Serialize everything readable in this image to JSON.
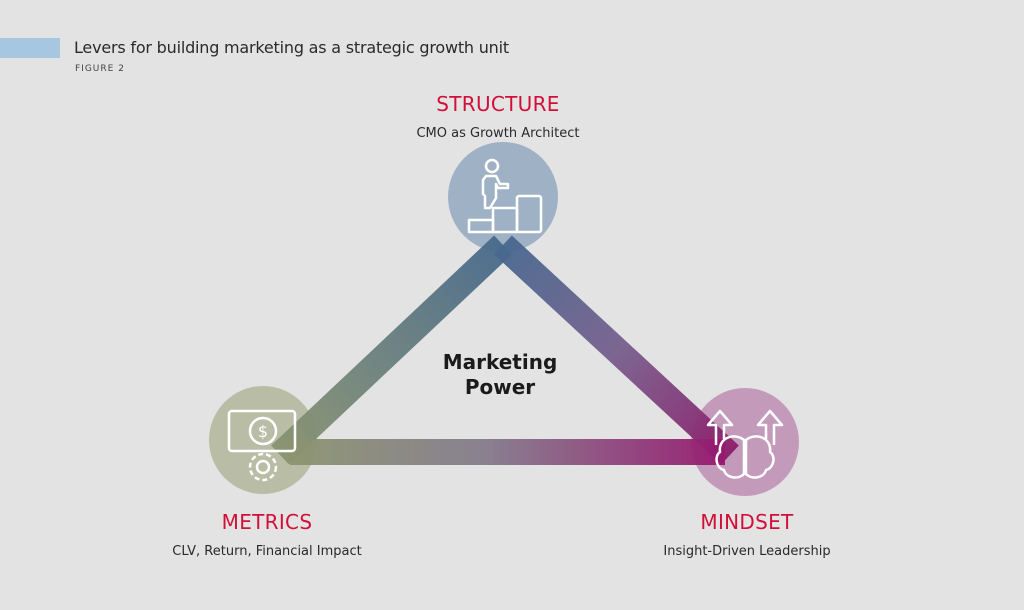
{
  "header": {
    "title": "Levers for building marketing as a strategic growth unit",
    "figure_label": "FIGURE 2"
  },
  "center_label": {
    "line1": "Marketing",
    "line2": "Power"
  },
  "nodes": [
    {
      "title": "STRUCTURE",
      "subtitle": "CMO as Growth Architect",
      "icon": "person-climbing-steps-icon"
    },
    {
      "title": "METRICS",
      "subtitle": "CLV, Return, Financial Impact",
      "icon": "money-gear-icon"
    },
    {
      "title": "MINDSET",
      "subtitle": "Insight-Driven Leadership",
      "icon": "brain-arrows-icon"
    }
  ],
  "colors": {
    "accent": "#d10f3a",
    "structure": "#4a6f92",
    "metrics": "#8a9270",
    "mindset": "#8e1e6a",
    "header_bar": "#a7c6e0"
  }
}
